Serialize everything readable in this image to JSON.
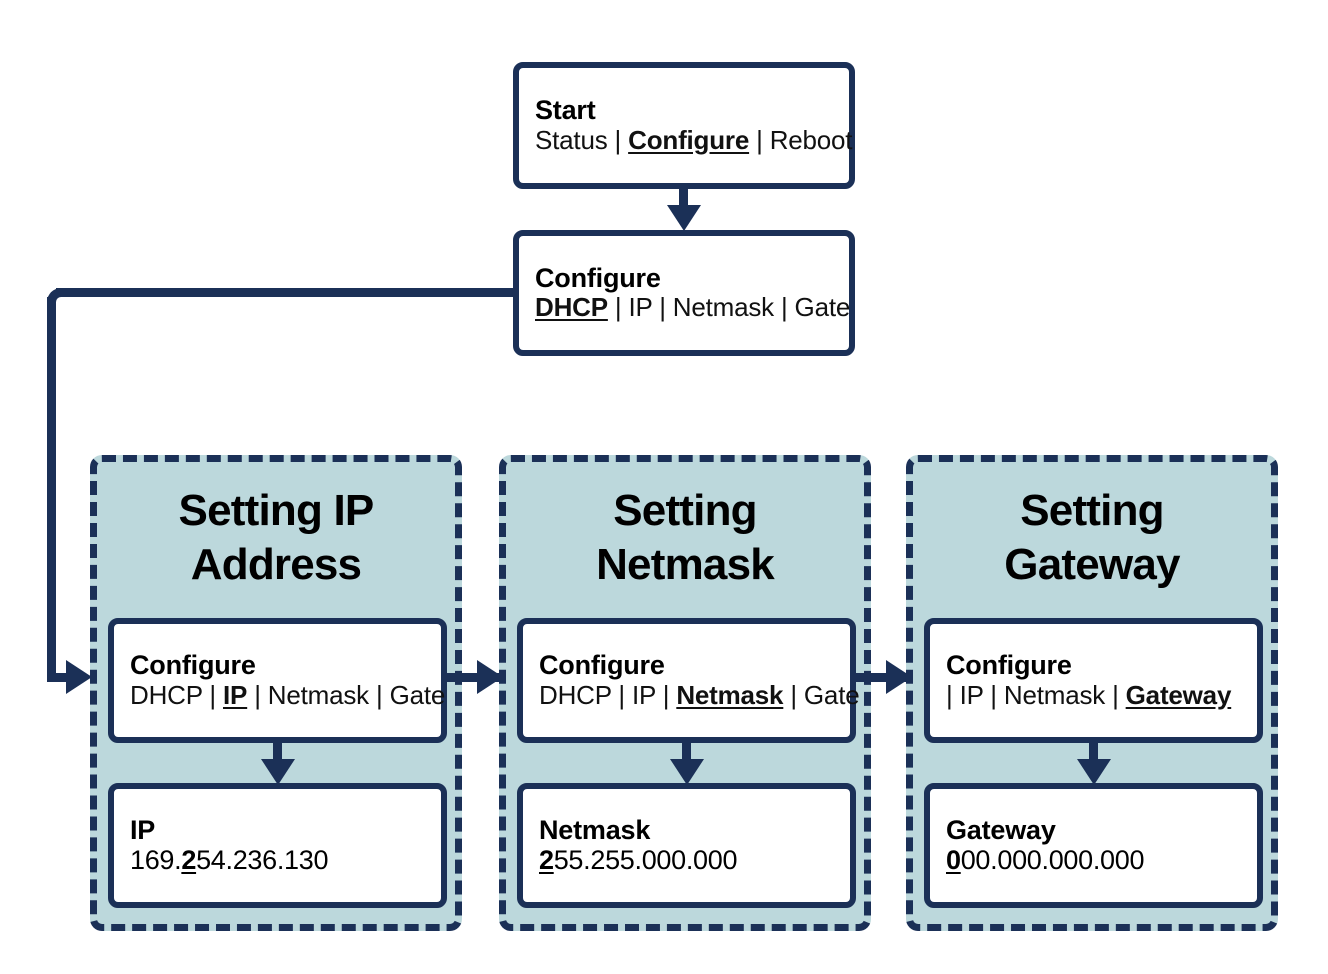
{
  "diagram": {
    "title": "Network configuration menu flow",
    "colors": {
      "navy": "#1b3057",
      "panel_fill": "#bcd8dc",
      "box_fill": "#ffffff",
      "text": "#000000"
    },
    "start_node": {
      "title": "Start",
      "menu_prefix": "Status | ",
      "menu_selected": "Configure",
      "menu_suffix": " | Reboot"
    },
    "configure_node": {
      "title": "Configure",
      "menu_selected": "DHCP",
      "menu_suffix": " | IP | Netmask | Gate"
    },
    "stages": [
      {
        "title_line1": "Setting IP",
        "title_line2": "Address",
        "configure": {
          "title": "Configure",
          "menu_prefix": "DHCP | ",
          "menu_selected": "IP",
          "menu_suffix": " | Netmask | Gate"
        },
        "value": {
          "title": "IP",
          "value_prefix": "169.",
          "value_cursor": "2",
          "value_suffix": "54.236.130"
        }
      },
      {
        "title_line1": "Setting",
        "title_line2": "Netmask",
        "configure": {
          "title": "Configure",
          "menu_prefix": "DHCP | IP | ",
          "menu_selected": "Netmask",
          "menu_suffix": " | Gate"
        },
        "value": {
          "title": "Netmask",
          "value_prefix": "",
          "value_cursor": "2",
          "value_suffix": "55.255.000.000"
        }
      },
      {
        "title_line1": "Setting",
        "title_line2": "Gateway",
        "configure": {
          "title": "Configure",
          "menu_prefix": "| IP | Netmask | ",
          "menu_selected": "Gateway",
          "menu_suffix": ""
        },
        "value": {
          "title": "Gateway",
          "value_prefix": "",
          "value_cursor": "0",
          "value_suffix": "00.000.000.000"
        }
      }
    ]
  }
}
